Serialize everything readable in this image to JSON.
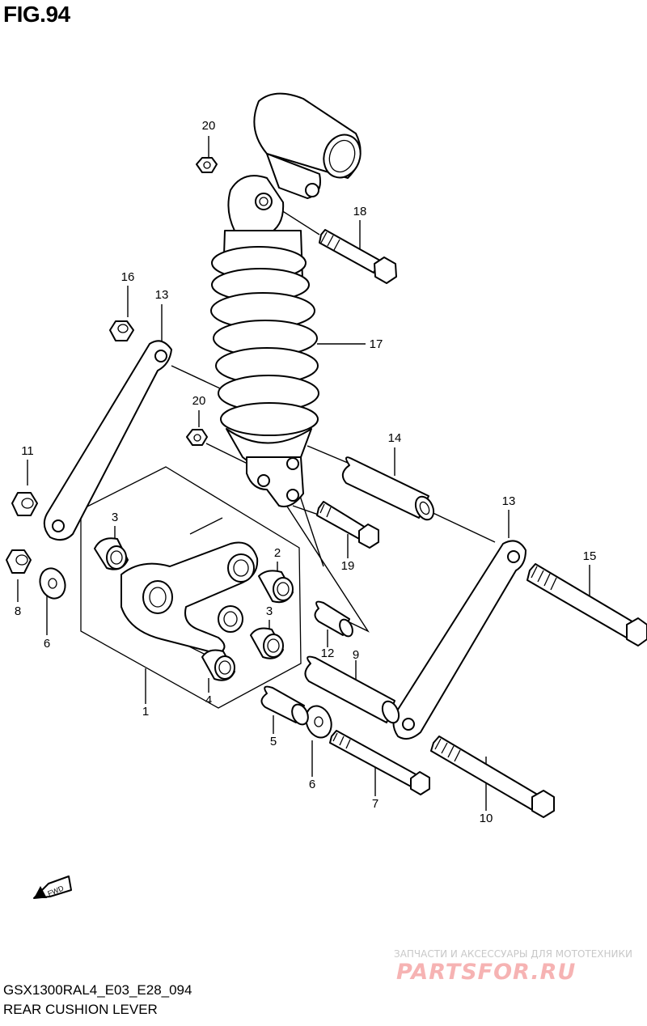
{
  "figure": {
    "title": "FIG.94",
    "code": "GSX1300RAL4_E03_E28_094",
    "name": "REAR CUSHION LEVER",
    "direction_mark": "FWD"
  },
  "watermark": {
    "tagline": "ЗАПЧАСТИ И АКСЕССУАРЫ ДЛЯ МОТОТЕХНИКИ",
    "logo": "PARTSFOR.RU"
  },
  "callouts": [
    {
      "id": "c20a",
      "label": "20"
    },
    {
      "id": "c18",
      "label": "18"
    },
    {
      "id": "c16",
      "label": "16"
    },
    {
      "id": "c13a",
      "label": "13"
    },
    {
      "id": "c17",
      "label": "17"
    },
    {
      "id": "c20b",
      "label": "20"
    },
    {
      "id": "c14",
      "label": "14"
    },
    {
      "id": "c11",
      "label": "11"
    },
    {
      "id": "c13b",
      "label": "13"
    },
    {
      "id": "c3a",
      "label": "3"
    },
    {
      "id": "c19",
      "label": "19"
    },
    {
      "id": "c2",
      "label": "2"
    },
    {
      "id": "c15",
      "label": "15"
    },
    {
      "id": "c8",
      "label": "8"
    },
    {
      "id": "c3b",
      "label": "3"
    },
    {
      "id": "c6a",
      "label": "6"
    },
    {
      "id": "c12",
      "label": "12"
    },
    {
      "id": "c9",
      "label": "9"
    },
    {
      "id": "c1",
      "label": "1"
    },
    {
      "id": "c4",
      "label": "4"
    },
    {
      "id": "c5",
      "label": "5"
    },
    {
      "id": "c6b",
      "label": "6"
    },
    {
      "id": "c7",
      "label": "7"
    },
    {
      "id": "c10",
      "label": "10"
    }
  ]
}
